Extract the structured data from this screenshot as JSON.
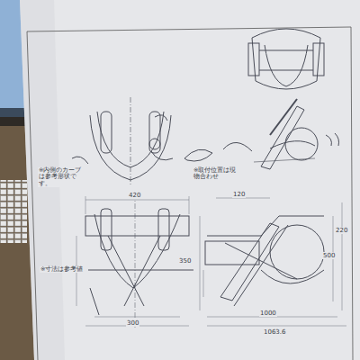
{
  "diagram": {
    "labels": [
      "※内側のカーブは参考形状です。",
      "※取付位置は現物合わせ",
      "※寸法は参考値",
      "420",
      "300",
      "350",
      "120",
      "1000",
      "500",
      "1063.6",
      "220"
    ]
  }
}
